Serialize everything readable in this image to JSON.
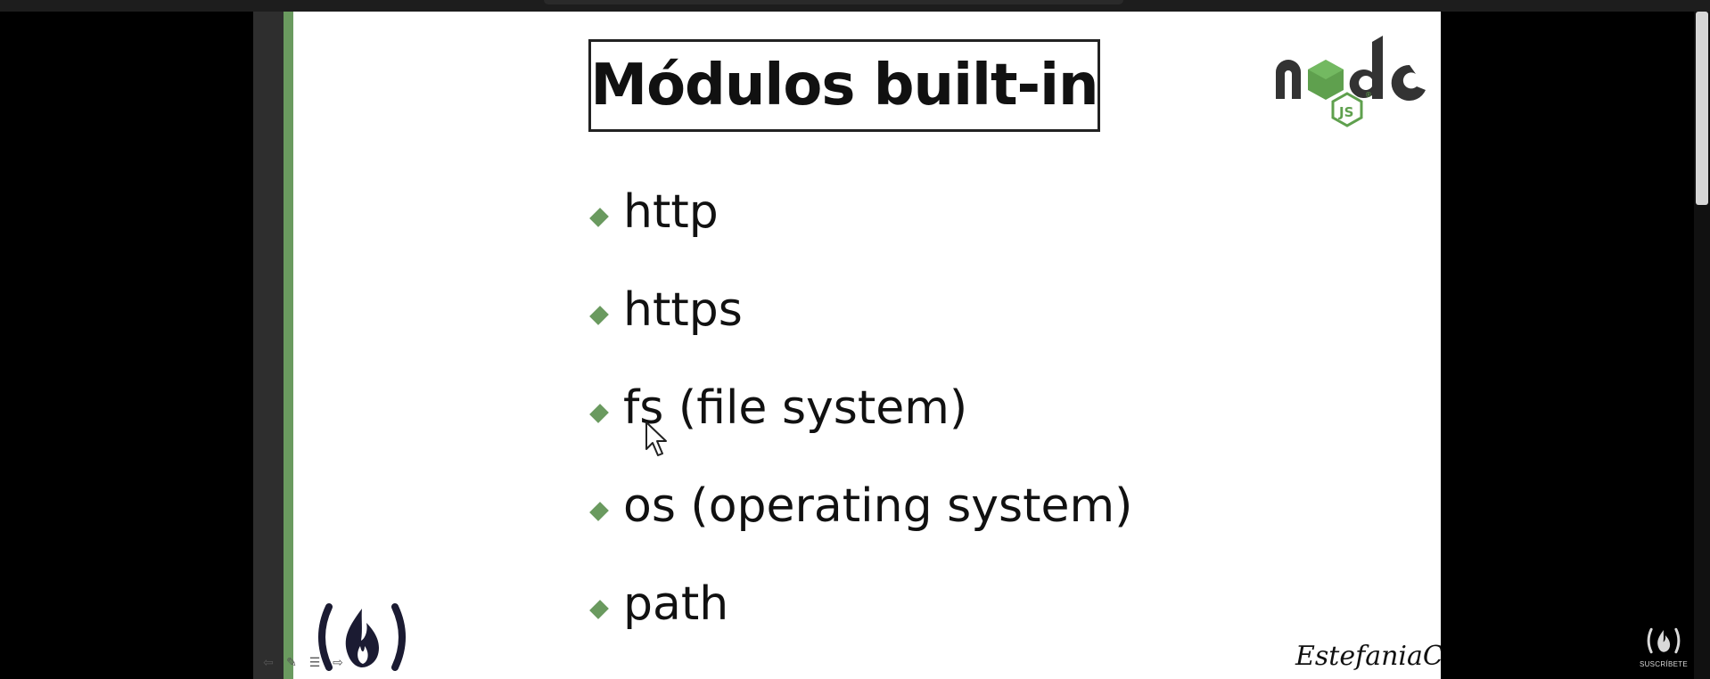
{
  "slide": {
    "title": "Módulos built-in",
    "bullets": [
      "http",
      "https",
      "fs (file system)",
      "os (operating system)",
      "path"
    ],
    "signature": "EstefaniaCN"
  },
  "logos": {
    "node_icon": "node-js-logo",
    "fcc_icon": "freecodecamp-logo"
  },
  "watermark": {
    "subscribe_label": "SUSCRÍBETE"
  },
  "colors": {
    "accent_green": "#6a9a5f",
    "node_dark": "#333333",
    "node_green": "#5fa04e"
  }
}
